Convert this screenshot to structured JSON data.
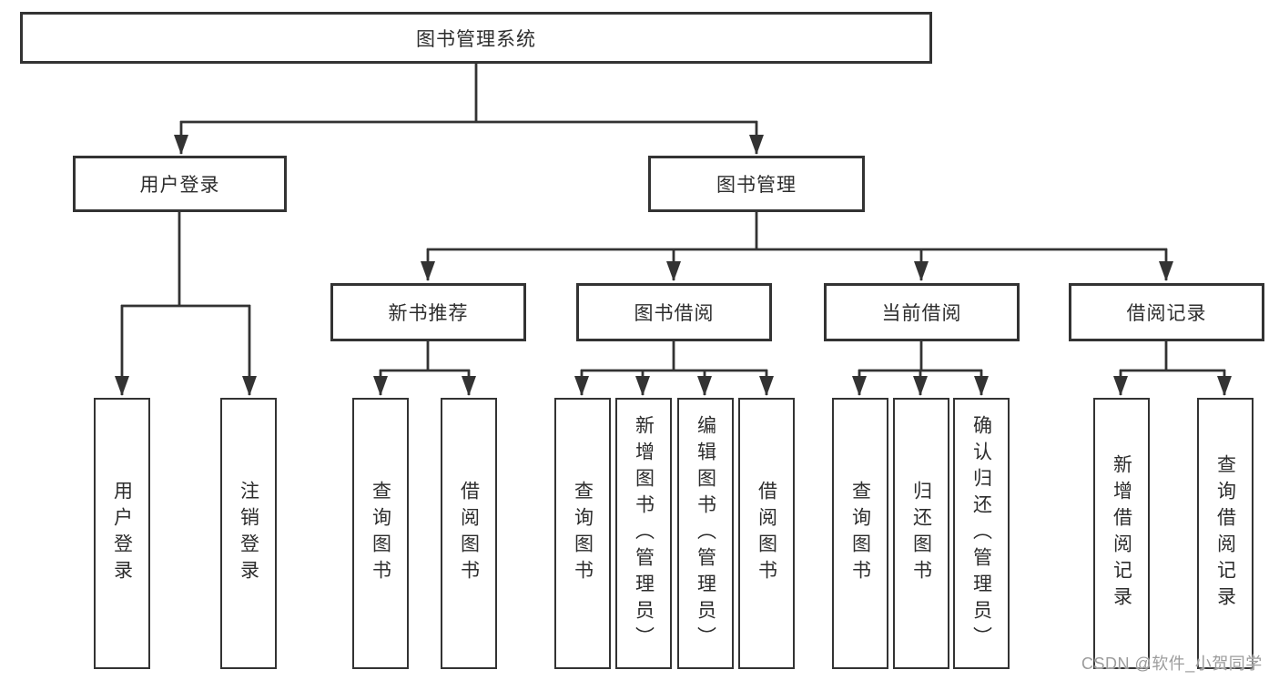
{
  "title": {
    "label": "图书管理系统"
  },
  "level2": [
    {
      "label": "用户登录"
    },
    {
      "label": "图书管理"
    }
  ],
  "level3": [
    {
      "label": "新书推荐"
    },
    {
      "label": "图书借阅"
    },
    {
      "label": "当前借阅"
    },
    {
      "label": "借阅记录"
    }
  ],
  "leaves": [
    {
      "label": "用户登录"
    },
    {
      "label": "注销登录"
    },
    {
      "label": "查询图书"
    },
    {
      "label": "借阅图书"
    },
    {
      "label": "查询图书"
    },
    {
      "label": "新增图书（管理员）"
    },
    {
      "label": "编辑图书（管理员）"
    },
    {
      "label": "借阅图书"
    },
    {
      "label": "查询图书"
    },
    {
      "label": "归还图书"
    },
    {
      "label": "确认归还（管理员）"
    },
    {
      "label": "新增借阅记录"
    },
    {
      "label": "查询借阅记录"
    }
  ],
  "watermark": {
    "label": "CSDN @软件_小贺同学"
  },
  "colors": {
    "line": "#333333",
    "border": "#333333",
    "text": "#2d2d2d",
    "watermark": "#9c9c9c",
    "background": "#ffffff"
  }
}
